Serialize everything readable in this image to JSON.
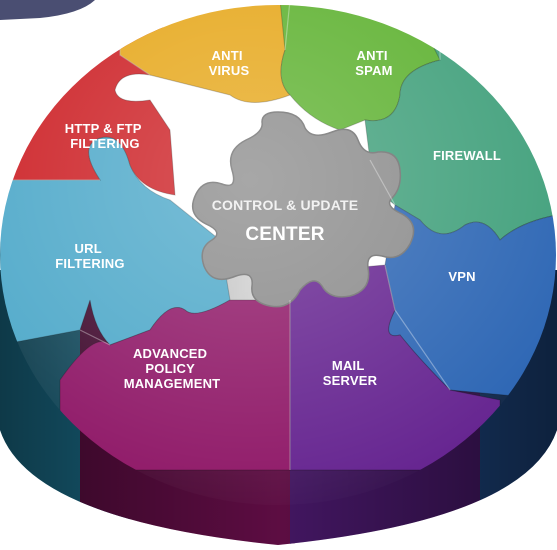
{
  "diagram": {
    "center": {
      "line1": "CONTROL & UPDATE",
      "line2": "CENTER",
      "color": "#8a8a8a"
    },
    "pieces": [
      {
        "id": "anti-virus",
        "lines": [
          "ANTI",
          "VIRUS"
        ],
        "color": "#e6a71a"
      },
      {
        "id": "anti-spam",
        "lines": [
          "ANTI",
          "SPAM"
        ],
        "color": "#5db12f"
      },
      {
        "id": "firewall",
        "lines": [
          "FIREWALL"
        ],
        "color": "#3f9f7a"
      },
      {
        "id": "vpn",
        "lines": [
          "VPN"
        ],
        "color": "#2a64b3"
      },
      {
        "id": "mail-server",
        "lines": [
          "MAIL",
          "SERVER"
        ],
        "color": "#64228f"
      },
      {
        "id": "advanced-policy-management",
        "lines": [
          "ADVANCED",
          "POLICY",
          "MANAGEMENT"
        ],
        "color": "#8e1666"
      },
      {
        "id": "url-filtering",
        "lines": [
          "URL",
          "FILTERING"
        ],
        "color": "#4da8c9"
      },
      {
        "id": "http-ftp-filtering",
        "lines": [
          "HTTP & FTP",
          "FILTERING"
        ],
        "color": "#cc1f24"
      }
    ]
  }
}
